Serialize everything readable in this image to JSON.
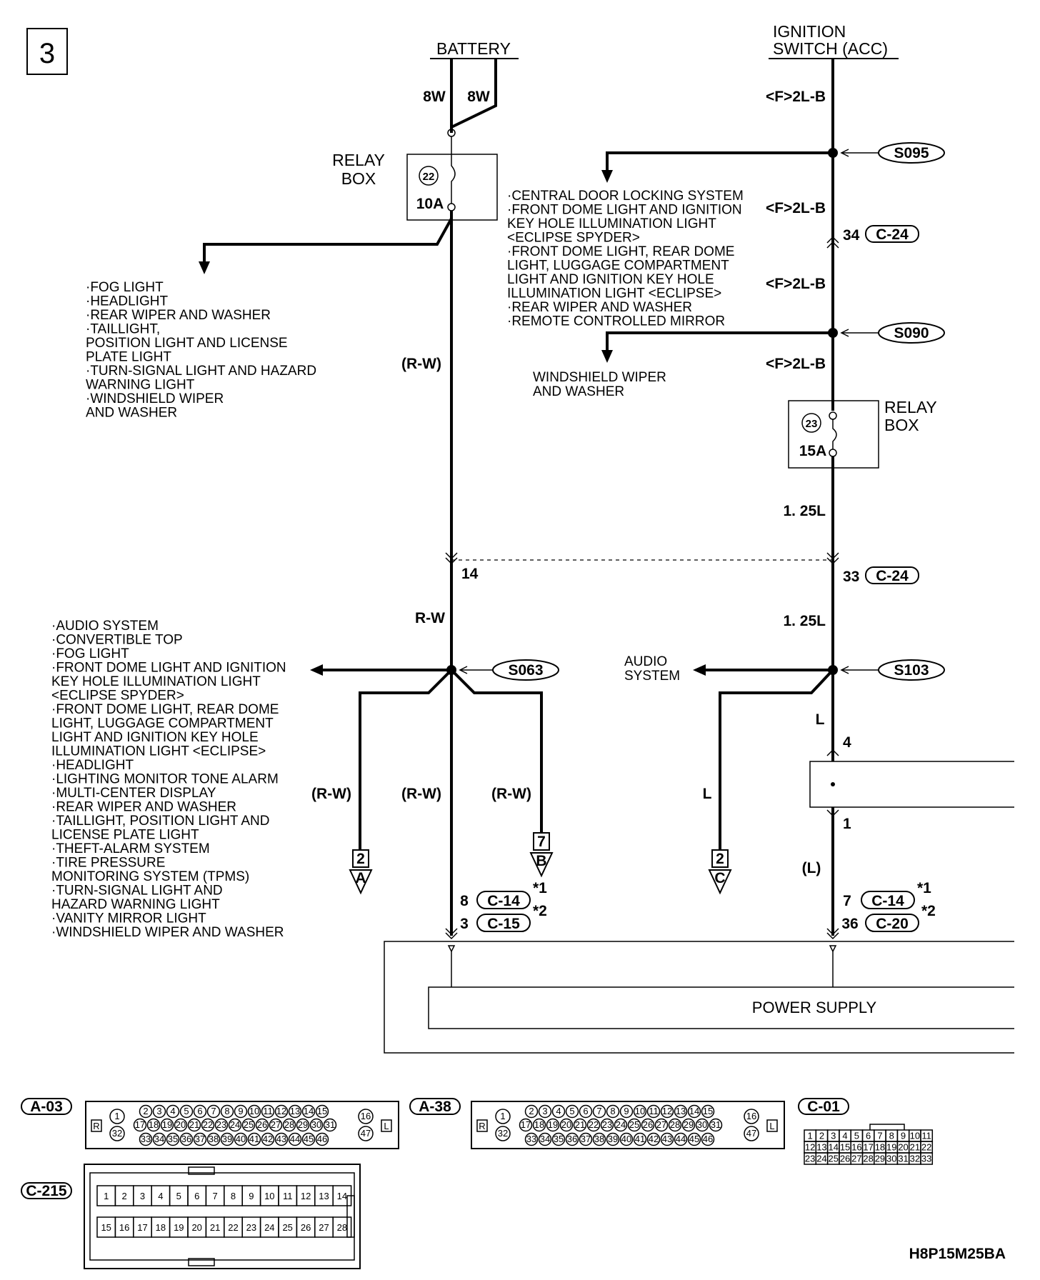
{
  "page_number": "3",
  "diagram_code": "H8P15M25BA",
  "battery": {
    "title": "BATTERY",
    "wire_left": "8W",
    "wire_right": "8W"
  },
  "relay_box_left": {
    "title_line1": "RELAY",
    "title_line2": "BOX",
    "fuse_no": "22",
    "rating": "10A"
  },
  "relay_box_right": {
    "title_line1": "RELAY",
    "title_line2": "BOX",
    "fuse_no": "23",
    "rating": "15A"
  },
  "ignition": {
    "title_line1": "IGNITION",
    "title_line2": "SWITCH (ACC)"
  },
  "left_branch_list": [
    "·FOG LIGHT",
    "·HEADLIGHT",
    "·REAR WIPER AND WASHER",
    "·TAILLIGHT,",
    " POSITION LIGHT AND LICENSE",
    " PLATE LIGHT",
    "·TURN-SIGNAL LIGHT AND HAZARD",
    " WARNING LIGHT",
    "·WINDSHIELD WIPER",
    " AND WASHER"
  ],
  "s095_branch_list": [
    "·CENTRAL DOOR LOCKING SYSTEM",
    "·FRONT DOME LIGHT AND IGNITION",
    " KEY HOLE ILLUMINATION LIGHT",
    " <ECLIPSE SPYDER>",
    "·FRONT DOME LIGHT, REAR DOME",
    " LIGHT, LUGGAGE COMPARTMENT",
    " LIGHT AND IGNITION KEY HOLE",
    " ILLUMINATION LIGHT <ECLIPSE>",
    "·REAR WIPER AND WASHER",
    "·REMOTE CONTROLLED MIRROR"
  ],
  "s090_branch_list": [
    "WINDSHIELD WIPER",
    "AND WASHER"
  ],
  "s063_branch_list": [
    "·AUDIO SYSTEM",
    "·CONVERTIBLE TOP",
    "·FOG LIGHT",
    "·FRONT DOME LIGHT AND IGNITION",
    " KEY HOLE ILLUMINATION LIGHT",
    " <ECLIPSE SPYDER>",
    "·FRONT DOME LIGHT, REAR DOME",
    " LIGHT, LUGGAGE COMPARTMENT",
    " LIGHT AND IGNITION KEY HOLE",
    " ILLUMINATION LIGHT <ECLIPSE>",
    "·HEADLIGHT",
    "·LIGHTING MONITOR TONE ALARM",
    "·MULTI-CENTER DISPLAY",
    "·REAR WIPER AND WASHER",
    "·TAILLIGHT, POSITION LIGHT AND",
    " LICENSE PLATE LIGHT",
    "·THEFT-ALARM SYSTEM",
    "·TIRE PRESSURE",
    " MONITORING SYSTEM (TPMS)",
    "·TURN-SIGNAL LIGHT AND",
    " HAZARD WARNING LIGHT",
    "·VANITY MIRROR LIGHT",
    "·WINDSHIELD WIPER AND WASHER"
  ],
  "audio_system": [
    "AUDIO",
    "SYSTEM"
  ],
  "splices": {
    "s095": "S095",
    "s090": "S090",
    "s063": "S063",
    "s103": "S103"
  },
  "wire_labels": {
    "f2lb_1": "<F>2L-B",
    "f2lb_2": "<F>2L-B",
    "f2lb_3": "<F>2L-B",
    "f2lb_4": "<F>2L-B",
    "rw_paren_upper": "(R-W)",
    "rw_mid": "R-W",
    "l125_1": "1. 25L",
    "l125_2": "1. 25L",
    "rw_paren_a": "(R-W)",
    "rw_paren_main": "(R-W)",
    "rw_paren_b": "(R-W)",
    "l_c": "L",
    "l_right": "L",
    "l_paren": "(L)"
  },
  "connector_pins": {
    "c24_34_pin": "34",
    "c24_34": "C-24",
    "pin_14": "14",
    "c24_33_pin": "33",
    "c24_33": "C-24",
    "pin_4": "4",
    "pin_1": "1",
    "c14_left_pin": "8",
    "c14_left": "C-14",
    "c15_left_pin": "3",
    "c15_left": "C-15",
    "c14_right_pin": "7",
    "c14_right": "C-14",
    "c20_right_pin": "36",
    "c20_right": "C-20",
    "note_1": "*1",
    "note_2": "*2"
  },
  "offpage": {
    "a_num": "2",
    "a_letter": "A",
    "b_num": "7",
    "b_letter": "B",
    "c_num": "2",
    "c_letter": "C"
  },
  "power_supply": "POWER SUPPLY",
  "connectors": {
    "a03": "A-03",
    "a38": "A-38",
    "c01": "C-01",
    "c215": "C-215",
    "r_mark": "R",
    "l_mark": "L"
  }
}
